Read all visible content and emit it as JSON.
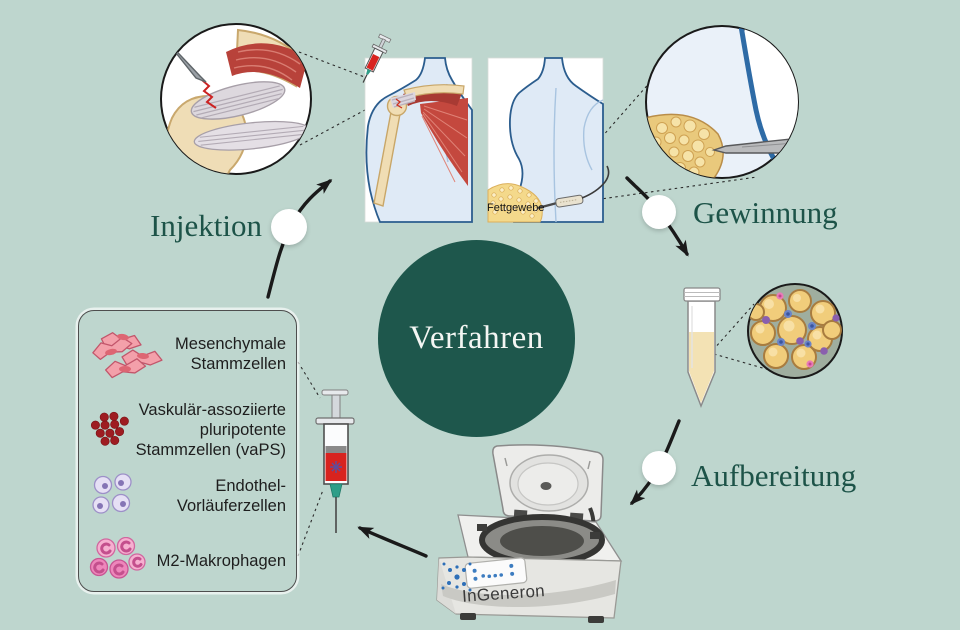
{
  "center": {
    "title": "Verfahren"
  },
  "steps": {
    "injektion": {
      "label": "Injektion"
    },
    "gewinnung": {
      "label": "Gewinnung"
    },
    "aufbereitung": {
      "label": "Aufbereitung"
    }
  },
  "torso": {
    "fat_label": "Fettgewebe"
  },
  "centrifuge": {
    "brand": "InGeneron"
  },
  "cell_box": {
    "items": [
      {
        "icon": "mesenchymal-cells-icon",
        "lines": [
          "Mesenchymale",
          "Stammzellen"
        ]
      },
      {
        "icon": "vaps-cells-icon",
        "lines": [
          "Vaskulär-assoziierte",
          "pluripotente",
          "Stammzellen (vaPS)"
        ]
      },
      {
        "icon": "endothelial-cells-icon",
        "lines": [
          "Endothel-",
          "Vorläuferzellen"
        ]
      },
      {
        "icon": "m2-macrophages-icon",
        "lines": [
          "M2-Makrophagen"
        ]
      }
    ]
  },
  "colors": {
    "background": "#bed6ce",
    "accent_dark_green": "#1e574c",
    "step_label_green": "#1d5348",
    "arrow_black": "#1a1a1a",
    "node_white": "#ffffff",
    "syringe_red": "#d8231f",
    "fat_yellow": "#f2d384",
    "muscle_red": "#c4483e",
    "bone_beige": "#f0ddb4",
    "body_blue": "#dfeaf6"
  }
}
